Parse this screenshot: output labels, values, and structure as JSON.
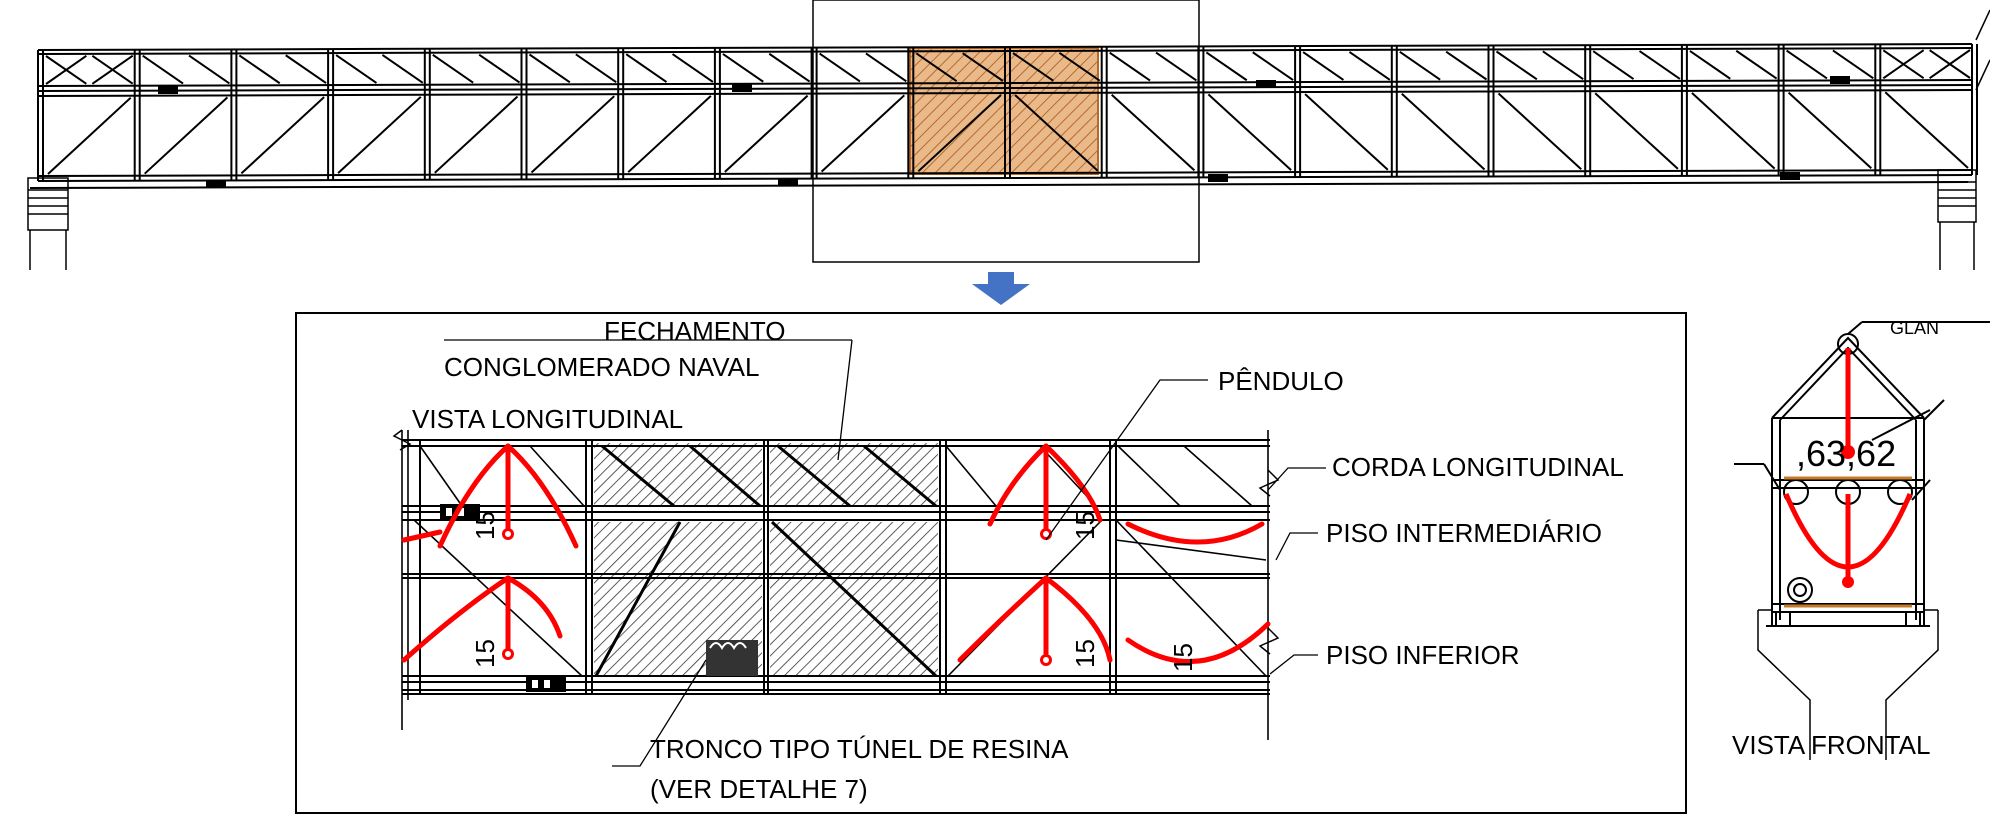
{
  "labels": {
    "fechamento": "FECHAMENTO",
    "conglomerado": "CONGLOMERADO NAVAL",
    "vista_longitudinal": "VISTA LONGITUDINAL",
    "pendulo": "PÊNDULO",
    "corda_longitudinal": "CORDA LONGITUDINAL",
    "piso_intermediario": "PISO INTERMEDIÁRIO",
    "piso_inferior": "PISO INFERIOR",
    "tronco": "TRONCO TIPO TÚNEL DE RESINA",
    "ver_detalhe": "(VER DETALHE 7)",
    "vista_frontal": "VISTA FRONTAL",
    "front_dims": ",63,62",
    "front_top_partial": "GLAN",
    "dim_15": "15"
  },
  "colors": {
    "line": "#000000",
    "pendulum": "#ff0000",
    "highlight": "#d99a58",
    "hatch": "#555555",
    "arrow": "#4472c4"
  },
  "icons": {
    "down_arrow": "down-arrow-icon"
  }
}
